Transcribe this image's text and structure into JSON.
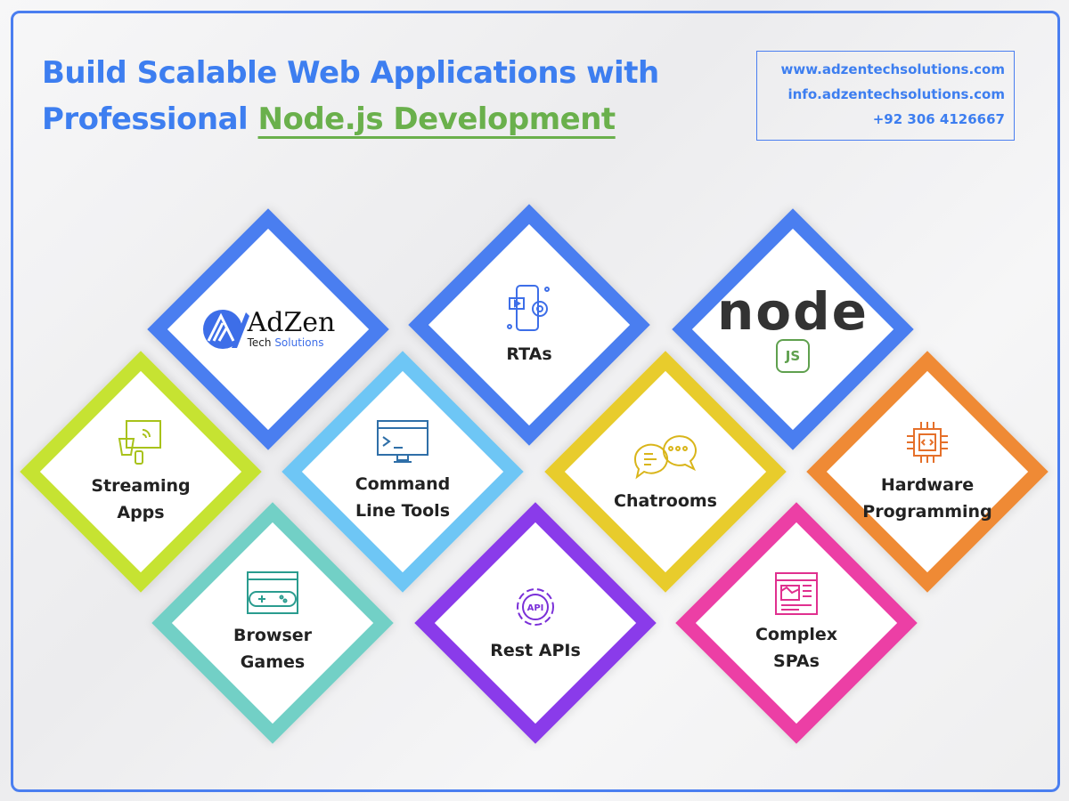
{
  "header": {
    "title_line1": "Build Scalable Web Applications with",
    "title_line2_a": "Professional",
    "title_line2_b": "Node.js Development"
  },
  "contact": {
    "website": "www.adzentechsolutions.com",
    "email": "info.adzentechsolutions.com",
    "phone": "+92 306 4126667"
  },
  "logo": {
    "name": "AdZen",
    "tagline_a": "Tech",
    "tagline_b": "Solutions"
  },
  "node_logo": {
    "text": "node",
    "badge": "JS"
  },
  "colors": {
    "blue": "#4a7ef0",
    "green": "#6ab04c"
  },
  "items": [
    {
      "label": "RTAs",
      "icon": "mobile-settings-icon",
      "color": "#4a7ef0"
    },
    {
      "label": "Streaming Apps",
      "line1": "Streaming",
      "line2": "Apps",
      "icon": "tv-popcorn-icon",
      "color": "#c6e332"
    },
    {
      "label": "Command Line Tools",
      "line1": "Command",
      "line2": "Line Tools",
      "icon": "terminal-icon",
      "color": "#6ec6f5"
    },
    {
      "label": "Chatrooms",
      "icon": "chat-bubbles-icon",
      "color": "#e8cc2c"
    },
    {
      "label": "Hardware Programming",
      "line1": "Hardware",
      "line2": "Programming",
      "icon": "chip-icon",
      "color": "#ef8a35"
    },
    {
      "label": "Browser Games",
      "line1": "Browser",
      "line2": "Games",
      "icon": "gamepad-icon",
      "color": "#72d0c6"
    },
    {
      "label": "Rest APIs",
      "icon": "api-gear-icon",
      "color": "#8a3bea"
    },
    {
      "label": "Complex SPAs",
      "line1": "Complex",
      "line2": "SPAs",
      "icon": "web-layout-icon",
      "color": "#ec3fa5"
    }
  ]
}
